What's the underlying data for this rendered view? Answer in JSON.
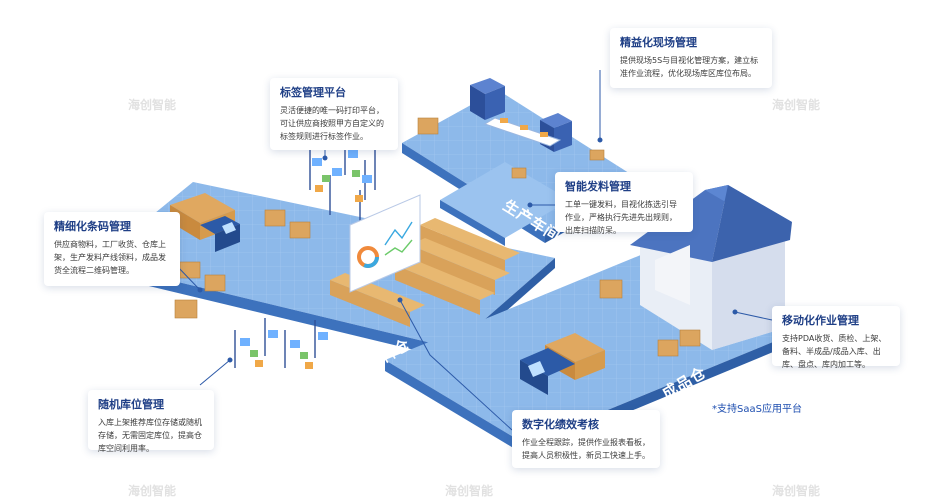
{
  "callouts": {
    "lean_site": {
      "title": "精益化现场管理",
      "desc": "提供现场5S与目视化管理方案，建立标准作业流程，优化现场库区库位布局。"
    },
    "label_platform": {
      "title": "标签管理平台",
      "desc": "灵活便捷的唯一码打印平台，可让供应商按照甲方自定义的标签规则进行标签作业。"
    },
    "smart_issue": {
      "title": "智能发料管理",
      "desc": "工单一键发料，目视化拣选引导作业，严格执行先进先出规则，出库扫描防呆。"
    },
    "barcode": {
      "title": "精细化条码管理",
      "desc": "供应商物料，工厂收货、仓库上架，生产发料产线领料，成品发货全流程二维码管理。"
    },
    "mobile_ops": {
      "title": "移动化作业管理",
      "desc": "支持PDA收货、质检、上架、备料、半成品/成品入库、出库、盘点、库内加工等。"
    },
    "random_loc": {
      "title": "随机库位管理",
      "desc": "入库上架推荐库位存储或随机存储，无需固定库位，提高仓库空间利用率。"
    },
    "kpi": {
      "title": "数字化绩效考核",
      "desc": "作业全程跟踪，提供作业报表看板，提高人员积极性，新员工快速上手。"
    }
  },
  "zones": {
    "raw": "原料仓",
    "production": "生产车间",
    "finished": "成品仓"
  },
  "saas_note": "*支持SaaS应用平台",
  "watermark": "海创智能",
  "colors": {
    "floor_top": "#8db9ea",
    "floor_side": "#3d72bd",
    "accent": "#1f3f86",
    "leader": "#2d5aa8"
  }
}
